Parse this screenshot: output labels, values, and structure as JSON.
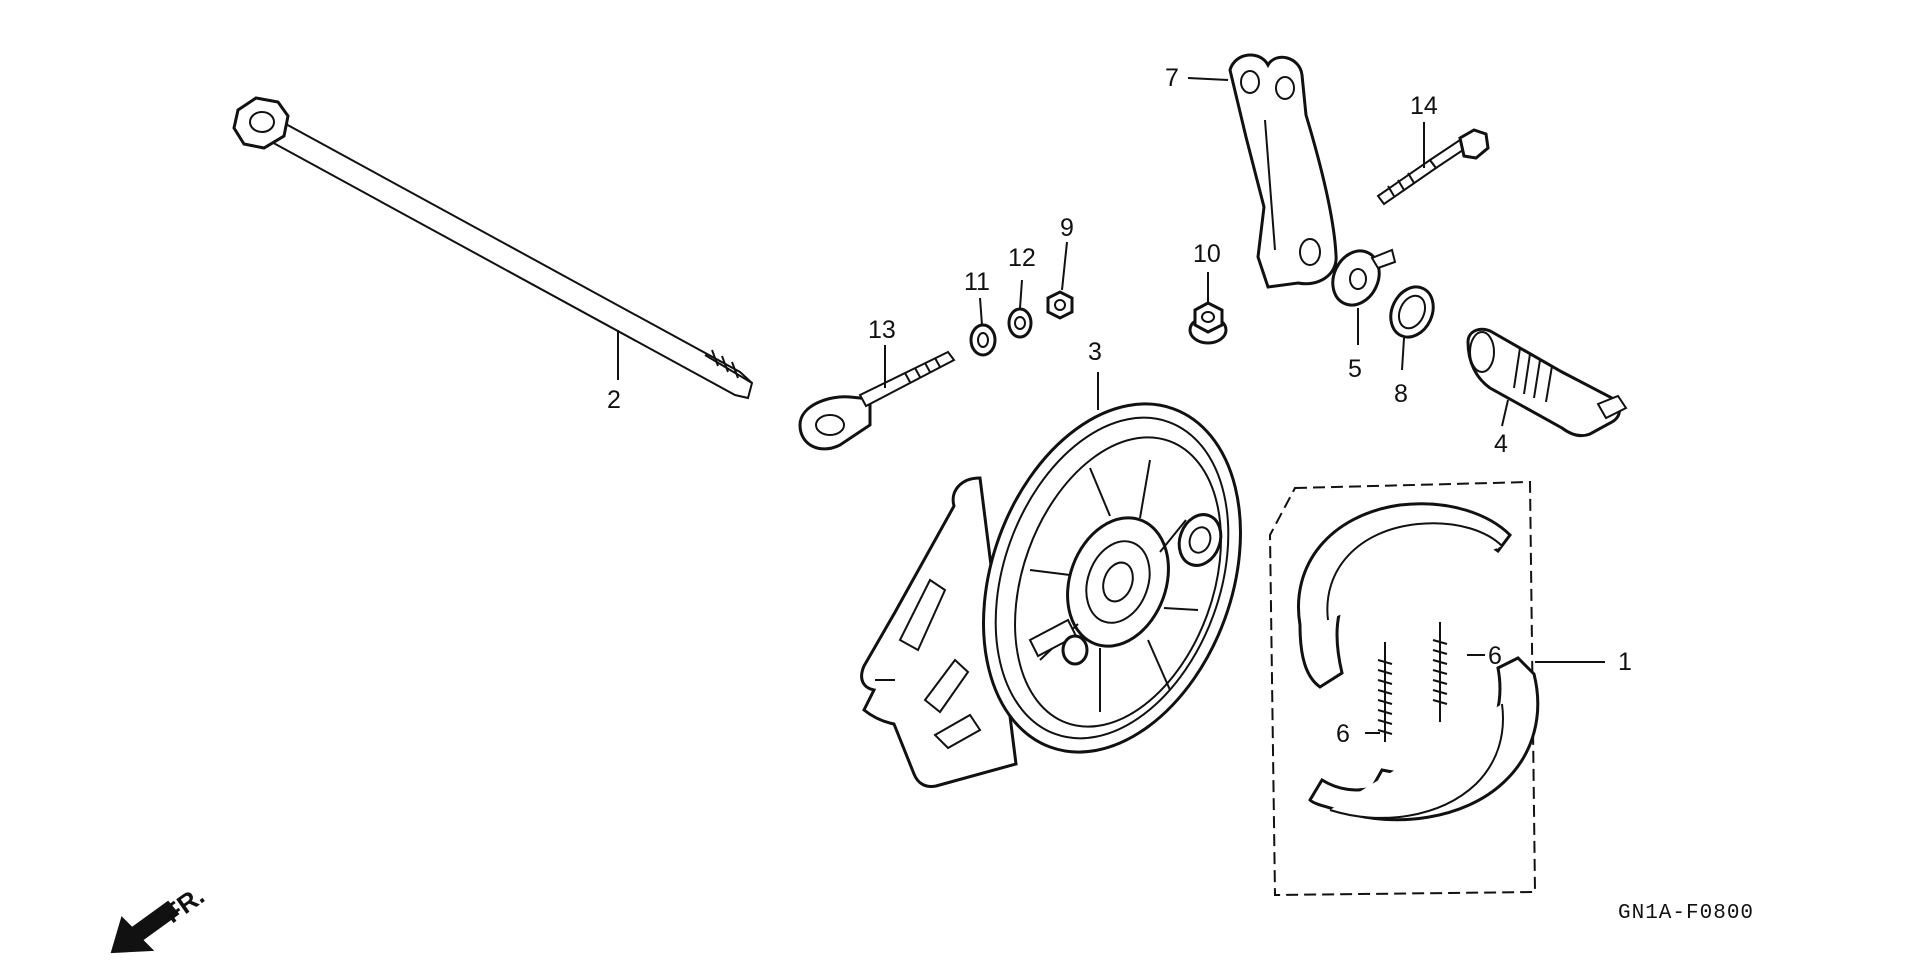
{
  "diagram": {
    "callouts": [
      "1",
      "2",
      "3",
      "4",
      "5",
      "6",
      "6",
      "7",
      "8",
      "9",
      "10",
      "11",
      "12",
      "13",
      "14"
    ],
    "drawing_code": "GN1A-F0800",
    "front_marker": "FR."
  }
}
